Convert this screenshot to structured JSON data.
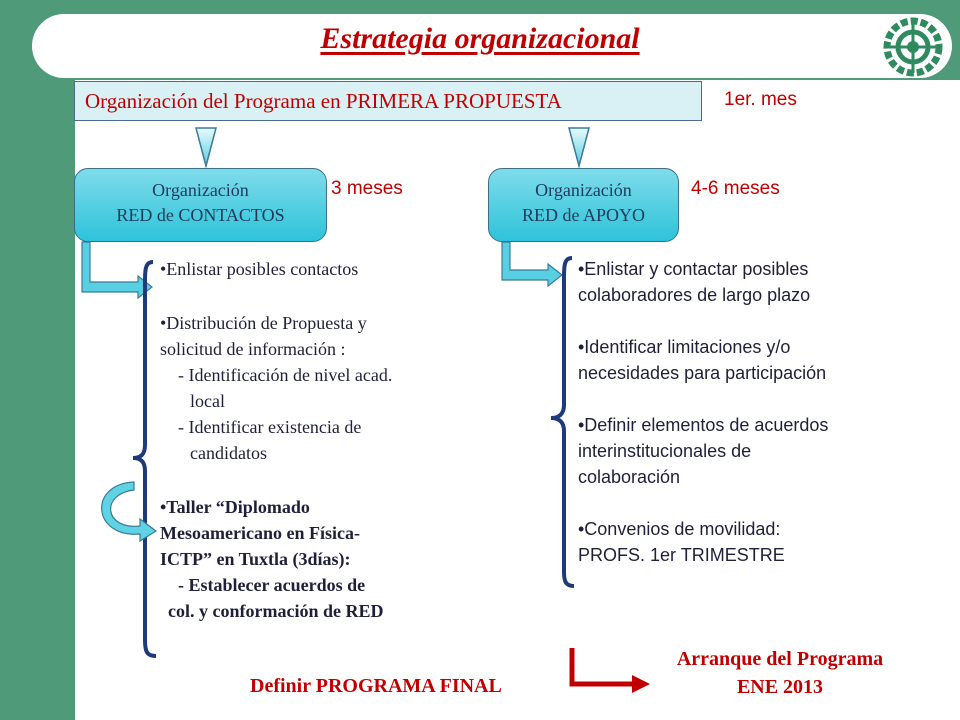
{
  "title": "Estrategia organizacional",
  "logo": {
    "icon": "institution-seal-icon"
  },
  "top_box": {
    "label": "Organización del Programa en PRIMERA PROPUESTA",
    "timing": "1er. mes"
  },
  "left_branch": {
    "box_line1": "Organización",
    "box_line2": "RED de CONTACTOS",
    "timing": "3 meses",
    "items": {
      "i1": "•Enlistar posibles contactos",
      "i2a": "•Distribución de Propuesta y",
      "i2b": "solicitud de información :",
      "i2c": "- Identificación de nivel acad.",
      "i2d": "local",
      "i2e": "- Identificar existencia de",
      "i2f": "candidatos",
      "i3a": "•Taller “Diplomado",
      "i3b": "Mesoamericano en Física-",
      "i3c": "ICTP” en Tuxtla (3días):",
      "i3d": "- Establecer acuerdos de",
      "i3e": "col. y conformación de RED"
    }
  },
  "right_branch": {
    "box_line1": "Organización",
    "box_line2": "RED de APOYO",
    "timing": "4-6 meses",
    "items": {
      "i1a": "•Enlistar y contactar posibles",
      "i1b": "colaboradores de largo plazo",
      "i2a": "•Identificar limitaciones y/o",
      "i2b": "necesidades para participación",
      "i3a": "•Definir elementos de acuerdos",
      "i3b": "interinstitucionales de",
      "i3c": "colaboración",
      "i4a": "•Convenios de movilidad:",
      "i4b": "PROFS. 1er TRIMESTRE"
    }
  },
  "footer": {
    "left": "Definir PROGRAMA  FINAL",
    "right_line1": "Arranque del Programa",
    "right_line2": "ENE 2013"
  },
  "colors": {
    "accent_red": "#c00000",
    "band_green": "#4e9a79",
    "box_cyan": "#2dc3da",
    "navy": "#1f3a7a"
  }
}
